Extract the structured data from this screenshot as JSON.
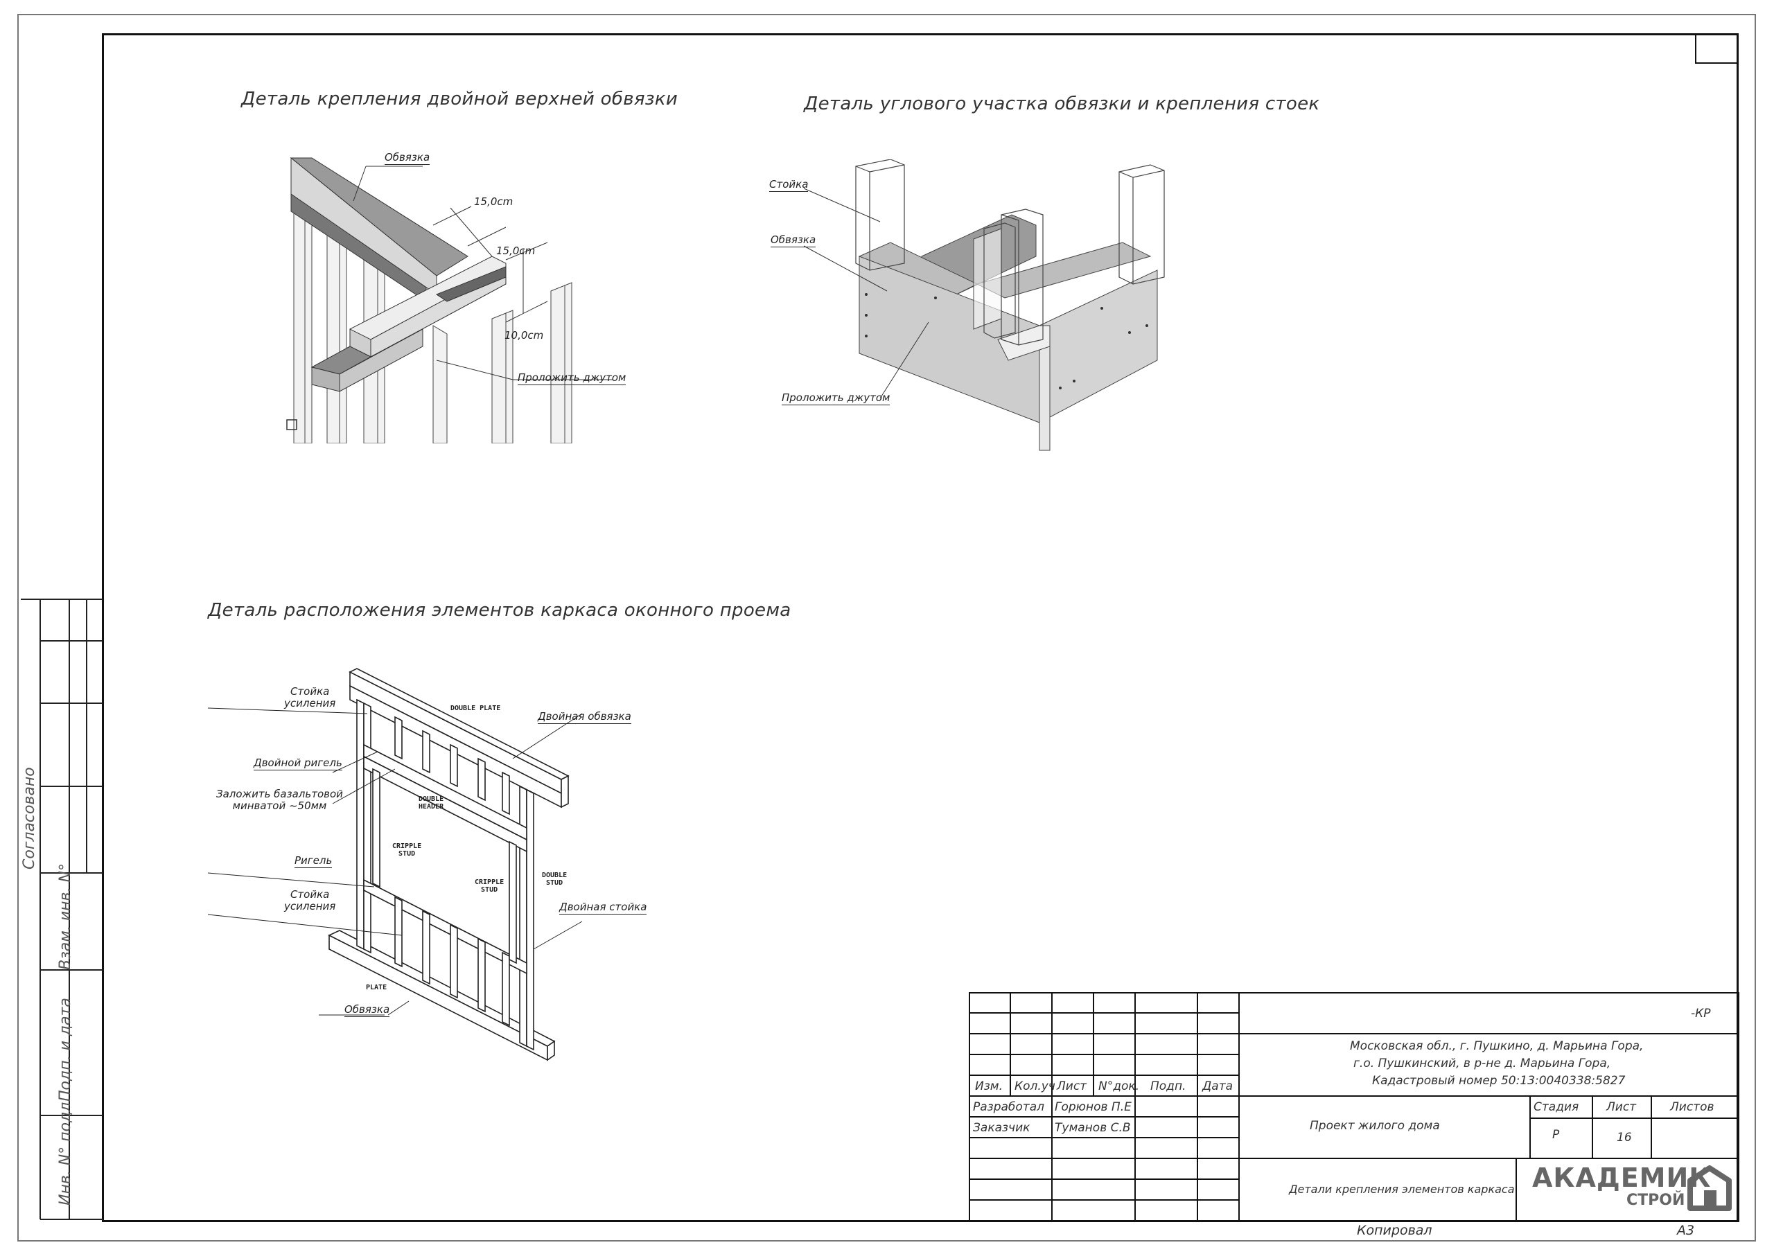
{
  "titles": {
    "detail1": "Деталь крепления двойной верхней обвязки",
    "detail2": "Деталь углового участка обвязки и крепления стоек",
    "detail3": "Деталь расположения элементов каркаса оконного проема"
  },
  "detail1_callouts": {
    "obvyazka": "Обвязка",
    "dim1": "15,0cm",
    "dim2": "15,0cm",
    "dim3": "10,0cm",
    "dzhut": "Проложить джутом"
  },
  "detail2_callouts": {
    "stoika": "Стойка",
    "obvyazka": "Обвязка",
    "dzhut": "Проложить джутом"
  },
  "detail3_callouts": {
    "stoika_usil_top": "Стойка\nусиления",
    "double_plate": "DOUBLE PLATE",
    "dvoinaya_obvyazka": "Двойная обвязка",
    "dvoinoi_rigel": "Двойной ригель",
    "zalozhit": "Заложить базальтовой\nминватой ~50мм",
    "double_header": "DOUBLE\nHEADER",
    "cripple_stud_1": "CRIPPLE\nSTUD",
    "cripple_stud_2": "CRIPPLE\nSTUD",
    "double_stud": "DOUBLE\nSTUD",
    "rigel": "Ригель",
    "stoika_usil_bottom": "Стойка\nусиления",
    "dvoinaya_stoika": "Двойная стойка",
    "plate": "PLATE",
    "obvyazka": "Обвязка"
  },
  "side_labels": {
    "soglasovano": "Согласовано",
    "vzam_inv": "Взам. инв. N°",
    "podp_data": "Подп. и дата",
    "inv_podl": "Инв. N° подл."
  },
  "stamp": {
    "code": "-КР",
    "address_line1": "Московская обл., г. Пушкино, д. Марьина Гора,",
    "address_line2": "г.о. Пушкинский, в р-не д. Марьина Гора,",
    "address_line3": "Кадастровый номер 50:13:0040338:5827",
    "headers": {
      "izm": "Изм.",
      "kol_uch": "Кол.уч",
      "list": "Лист",
      "n_dok": "N°док.",
      "podp": "Подп.",
      "data": "Дата"
    },
    "razrabotal_label": "Разработал",
    "razrabotal_name": "Горюнов П.Е",
    "zakazchik_label": "Заказчик",
    "zakazchik_name": "Туманов С.В",
    "project_name": "Проект жилого дома",
    "sheet_title": "Детали крепления элементов каркаса",
    "stadiya_label": "Стадия",
    "list_label": "Лист",
    "listov_label": "Листов",
    "stadiya_value": "Р",
    "list_value": "16",
    "listov_value": ""
  },
  "logo": {
    "main": "АКАДЕМИК",
    "sub": "СТРОЙ"
  },
  "footer": {
    "kopiroval": "Копировал",
    "format": "А3"
  }
}
